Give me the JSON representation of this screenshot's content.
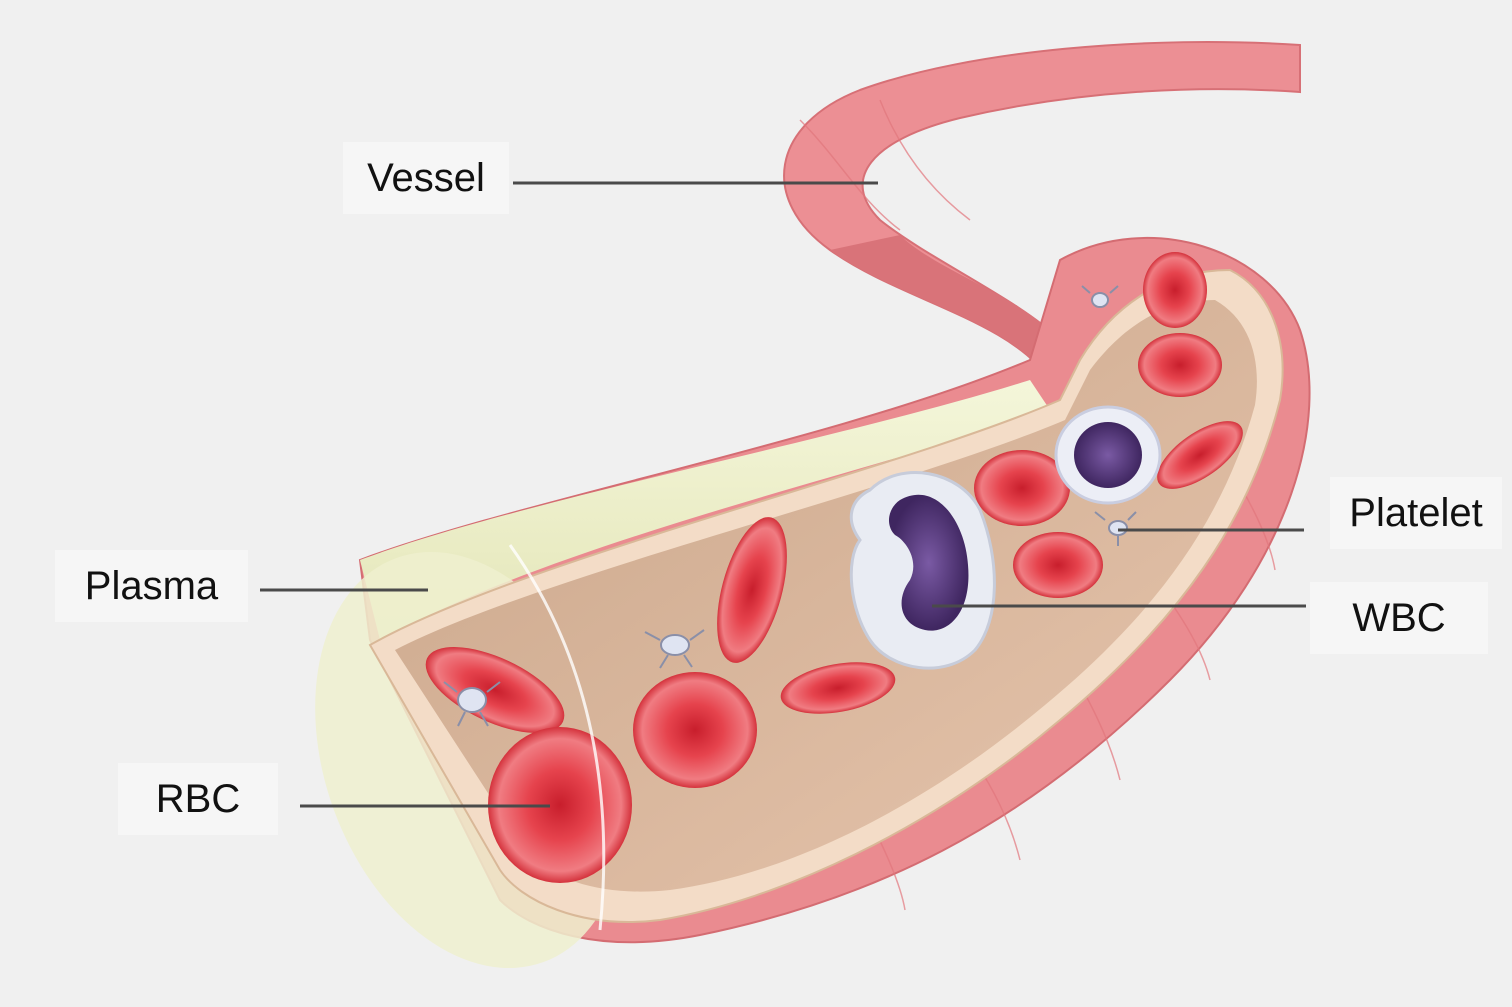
{
  "labels": {
    "vessel": "Vessel",
    "plasma": "Plasma",
    "rbc": "RBC",
    "platelet": "Platelet",
    "wbc": "WBC"
  },
  "colors": {
    "background": "#f0f0f0",
    "vessel_wall": "#e98a8e",
    "plasma": "#eef0cf",
    "red_blood_cell": "#e2343f",
    "white_blood_cell": "#5b3e7e",
    "leader_line": "#4a4a4a"
  }
}
